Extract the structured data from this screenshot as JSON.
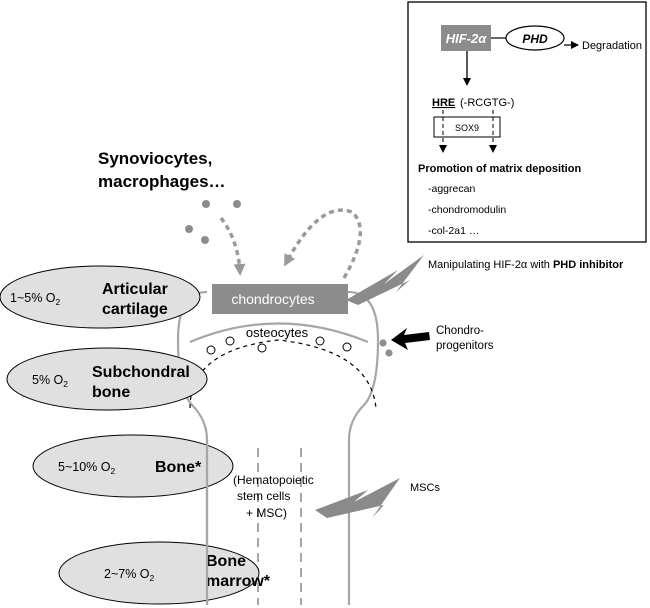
{
  "inset": {
    "hif": "HIF-2α",
    "phd": "PHD",
    "degradation": "Degradation",
    "hre": "HRE",
    "hre_seq": "(-RCGTG-)",
    "sox9": "SOX9",
    "promotion": "Promotion of matrix deposition",
    "genes": [
      "-aggrecan",
      "-chondromodulin",
      "-col-2a1 …"
    ]
  },
  "cells": {
    "synoviocytes": "Synoviocytes,",
    "macrophages": "macrophages…",
    "chondrocytes": "chondrocytes",
    "osteocytes": "osteocytes",
    "chondro_progenitors_1": "Chondro-",
    "chondro_progenitors_2": "progenitors",
    "hsc_1": "(Hematopoietic",
    "hsc_2": "stem cells",
    "hsc_3": "+ MSC)",
    "mscs": "MSCs"
  },
  "manipulating": {
    "text": "Manipulating HIF-2α with ",
    "bold": "PHD inhibitor"
  },
  "zones": [
    {
      "o2": "1~5% O",
      "label_1": "Articular",
      "label_2": "cartilage"
    },
    {
      "o2": "5% O",
      "label_1": "Subchondral",
      "label_2": "bone"
    },
    {
      "o2": "5~10% O",
      "label_1": "Bone*",
      "label_2": ""
    },
    {
      "o2": "2~7% O",
      "label_1": "Bone",
      "label_2": "marrow*"
    }
  ],
  "o2_subscript": "2",
  "colors": {
    "hif_box": "#8c8c8c",
    "chondrocyte_box": "#8c8c8c",
    "ellipse_fill": "#e0e0e0",
    "bone_outline": "#a6a6a6",
    "dotted_arrow": "#9a9a9a",
    "lightning": "#8a8a8a"
  }
}
